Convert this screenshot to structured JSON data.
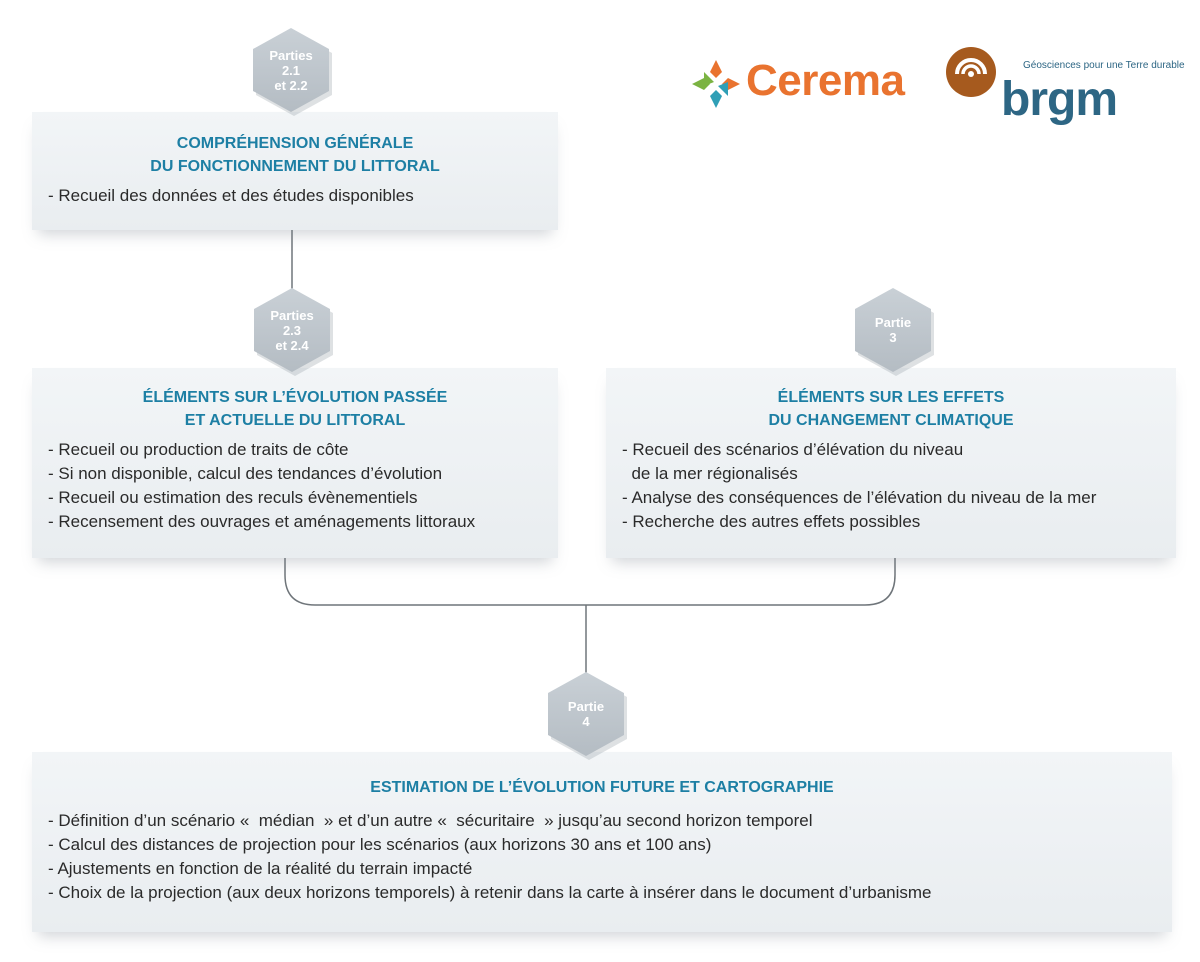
{
  "logos": {
    "cerema": {
      "name": "Cerema"
    },
    "brgm": {
      "name": "brgm",
      "tagline": "Géosciences pour une Terre durable"
    }
  },
  "steps": [
    {
      "badge": [
        "Parties",
        "2.1",
        "et 2.2"
      ],
      "title": [
        "COMPRÉHENSION GÉNÉRALE",
        "DU FONCTIONNEMENT DU LITTORAL"
      ],
      "items": [
        "- Recueil des données et des études disponibles"
      ]
    },
    {
      "badge": [
        "Parties",
        "2.3",
        "et 2.4"
      ],
      "title": [
        "ÉLÉMENTS SUR L’ÉVOLUTION PASSÉE",
        "ET ACTUELLE DU LITTORAL"
      ],
      "items": [
        "- Recueil ou production de traits de côte",
        "- Si non disponible, calcul des tendances d’évolution",
        "- Recueil ou estimation des reculs évènementiels",
        "- Recensement des ouvrages et aménagements littoraux"
      ]
    },
    {
      "badge": [
        "Partie",
        "3"
      ],
      "title": [
        "ÉLÉMENTS SUR LES EFFETS",
        "DU CHANGEMENT CLIMATIQUE"
      ],
      "items": [
        "- Recueil des scénarios d’élévation du niveau",
        "  de la mer régionalisés",
        "- Analyse des conséquences de l’élévation du niveau de la mer",
        "- Recherche des autres effets possibles"
      ]
    },
    {
      "badge": [
        "Partie",
        "4"
      ],
      "title": [
        "ESTIMATION DE L’ÉVOLUTION FUTURE ET CARTOGRAPHIE"
      ],
      "items": [
        "- Définition d’un scénario «  médian  » et d’un autre «  sécuritaire  » jusqu’au second horizon temporel",
        "- Calcul des distances de projection pour les scénarios (aux horizons 30 ans et 100 ans)",
        "- Ajustements en fonction de la réalité du terrain impacté",
        "- Choix de la projection (aux deux horizons temporels) à retenir dans la carte à insérer dans le document d’urbanisme"
      ]
    }
  ],
  "colors": {
    "title": "#1d7fa4",
    "text": "#2a2a2a",
    "badge": "#bcc3c9",
    "connector": "#6f757a",
    "cerema_orange": "#e9732f",
    "brgm_blue": "#2d6684",
    "brgm_brown": "#a65a1e"
  }
}
